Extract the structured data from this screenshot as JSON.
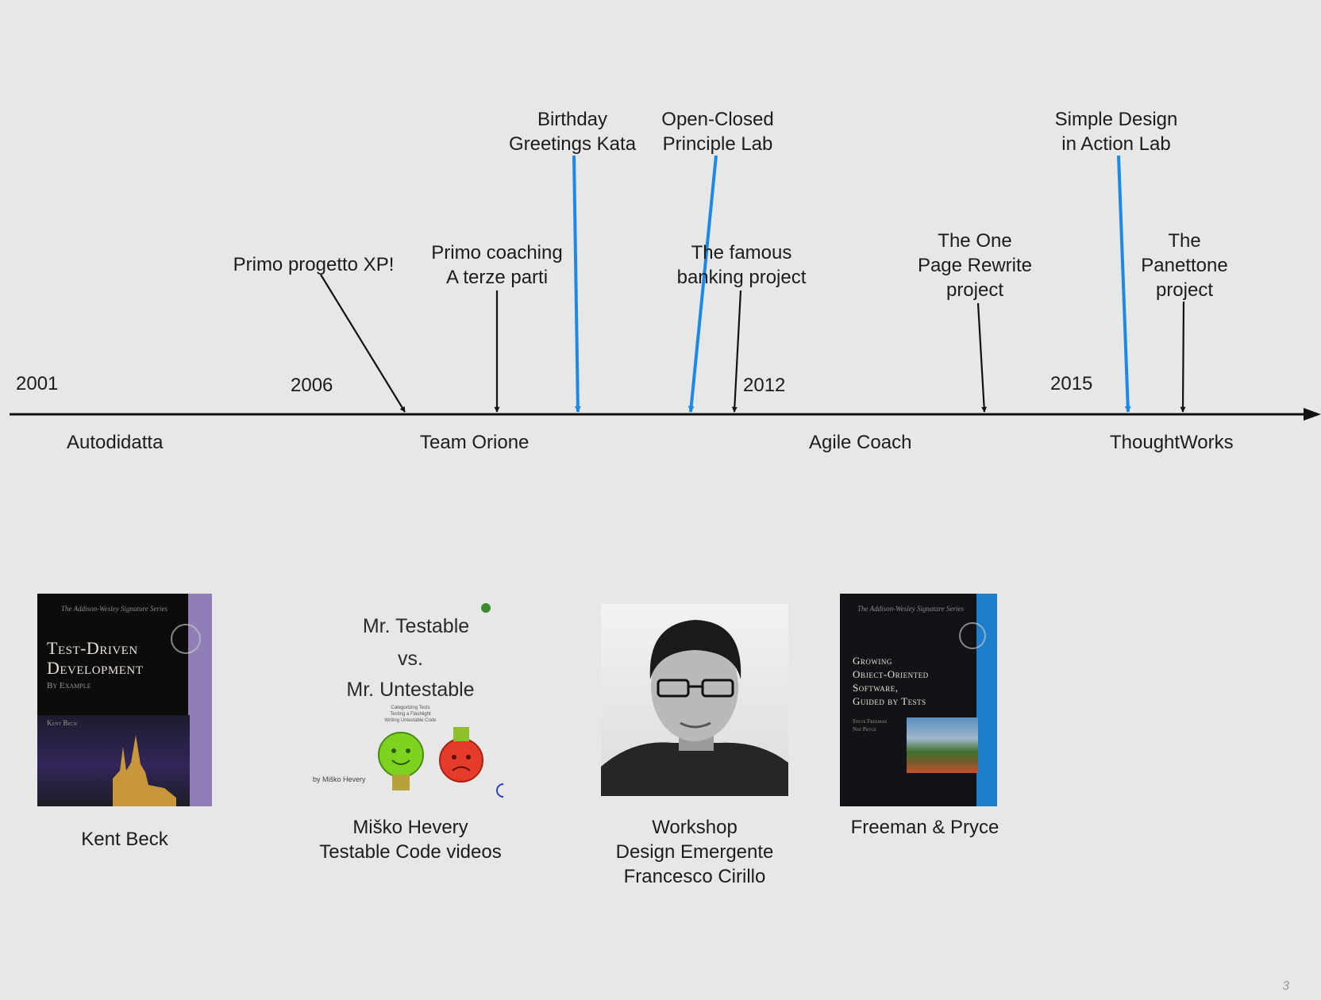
{
  "timeline": {
    "years": [
      {
        "id": "y2001",
        "label": "2001"
      },
      {
        "id": "y2006",
        "label": "2006"
      },
      {
        "id": "y2012",
        "label": "2012"
      },
      {
        "id": "y2015",
        "label": "2015"
      }
    ],
    "eras": [
      {
        "id": "autodidatta",
        "label": "Autodidatta"
      },
      {
        "id": "team-orione",
        "label": "Team Orione"
      },
      {
        "id": "agile-coach",
        "label": "Agile Coach"
      },
      {
        "id": "thoughtworks",
        "label": "ThoughtWorks"
      }
    ],
    "events": [
      {
        "id": "primo-progetto",
        "label": "Primo progetto XP!",
        "color": "#111111"
      },
      {
        "id": "primo-coaching",
        "label": "Primo coaching\nA terze parti",
        "color": "#111111"
      },
      {
        "id": "birthday-kata",
        "label": "Birthday\nGreetings Kata",
        "color": "#1e88e5"
      },
      {
        "id": "open-closed",
        "label": "Open-Closed\nPrinciple Lab",
        "color": "#1e88e5"
      },
      {
        "id": "banking",
        "label": "The famous\nbanking project",
        "color": "#111111"
      },
      {
        "id": "one-page",
        "label": "The One\nPage Rewrite\nproject",
        "color": "#111111"
      },
      {
        "id": "simple-design",
        "label": "Simple Design\nin Action Lab",
        "color": "#1e88e5"
      },
      {
        "id": "panettone",
        "label": "The\nPanettone\nproject",
        "color": "#111111"
      }
    ]
  },
  "influences": [
    {
      "id": "kent-beck",
      "caption": "Kent Beck",
      "book": {
        "series": "The Addison-Wesley Signature Series",
        "title": "Test-Driven\nDevelopment",
        "subtitle": "By Example",
        "author": "Kent Beck"
      }
    },
    {
      "id": "misko",
      "caption": "Miško Hevery\nTestable Code videos",
      "slide": {
        "line1": "Mr. Testable",
        "line2": "vs.",
        "line3": "Mr. Untestable",
        "small": "Categorizing Tests\nTesting a Flashlight\nWriting Untestable Code",
        "by": "by Miško Hevery"
      }
    },
    {
      "id": "cirillo",
      "caption": "Workshop\nDesign Emergente\nFrancesco Cirillo"
    },
    {
      "id": "freeman-pryce",
      "caption": "Freeman & Pryce",
      "book": {
        "series": "The Addison-Wesley Signature Series",
        "title": "Growing\nObject-Oriented\nSoftware,\nGuided by Tests",
        "authors": "Steve Freeman\nNat Pryce"
      }
    }
  ],
  "page_number": "3"
}
